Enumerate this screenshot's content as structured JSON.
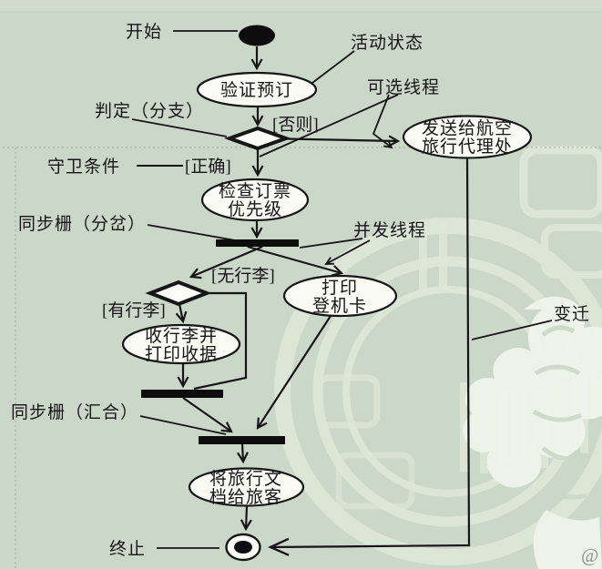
{
  "diagram": {
    "type": "uml-activity-diagram",
    "nodes": {
      "start_label": "开始",
      "verify": {
        "line1": "验证预订"
      },
      "send": {
        "line1": "发送给航空",
        "line2": "旅行代理处"
      },
      "check": {
        "line1": "检查订票",
        "line2": "优先级"
      },
      "print": {
        "line1": "打印",
        "line2": "登机卡"
      },
      "collect": {
        "line1": "收行李并",
        "line2": "打印收据"
      },
      "give": {
        "line1": "将旅行文",
        "line2": "档给旅客"
      },
      "end_label": "终止"
    },
    "annotations": {
      "activity_state": "活动状态",
      "optional_thread": "可选线程",
      "decision_branch": "判定（分支）",
      "guard_condition": "守卫条件",
      "sync_fork": "同步栅（分岔）",
      "concurrent_thread": "并发线程",
      "sync_join": "同步栅（汇合）",
      "transition": "变迁"
    },
    "guards": {
      "otherwise": "[否则]",
      "correct": "[正确]",
      "no_luggage": "[无行李]",
      "has_luggage": "[有行李]"
    },
    "misc": {
      "at_sign": "@"
    },
    "colors": {
      "background": "#cbd7c8",
      "ink": "#161616",
      "node_fill": "#fbfbf6",
      "watermark": "#e4ede0",
      "dotted_line": "#9aaa97"
    }
  }
}
